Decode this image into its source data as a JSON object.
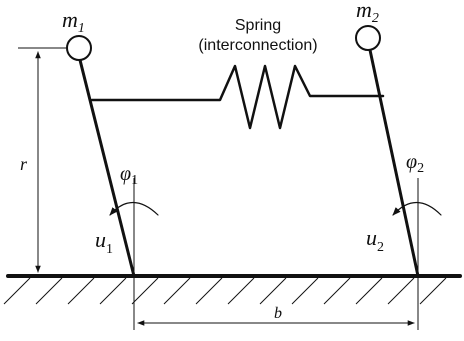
{
  "labels": {
    "m1": "m",
    "m1_sub": "1",
    "m2": "m",
    "m2_sub": "2",
    "spring_line1": "Spring",
    "spring_line2": "(interconnection)",
    "r": "r",
    "b": "b",
    "phi1": "φ",
    "phi1_sub": "1",
    "phi2": "φ",
    "phi2_sub": "2",
    "u1": "u",
    "u1_sub": "1",
    "u2": "u",
    "u2_sub": "2"
  },
  "colors": {
    "ink": "#111111",
    "background": "#ffffff"
  }
}
